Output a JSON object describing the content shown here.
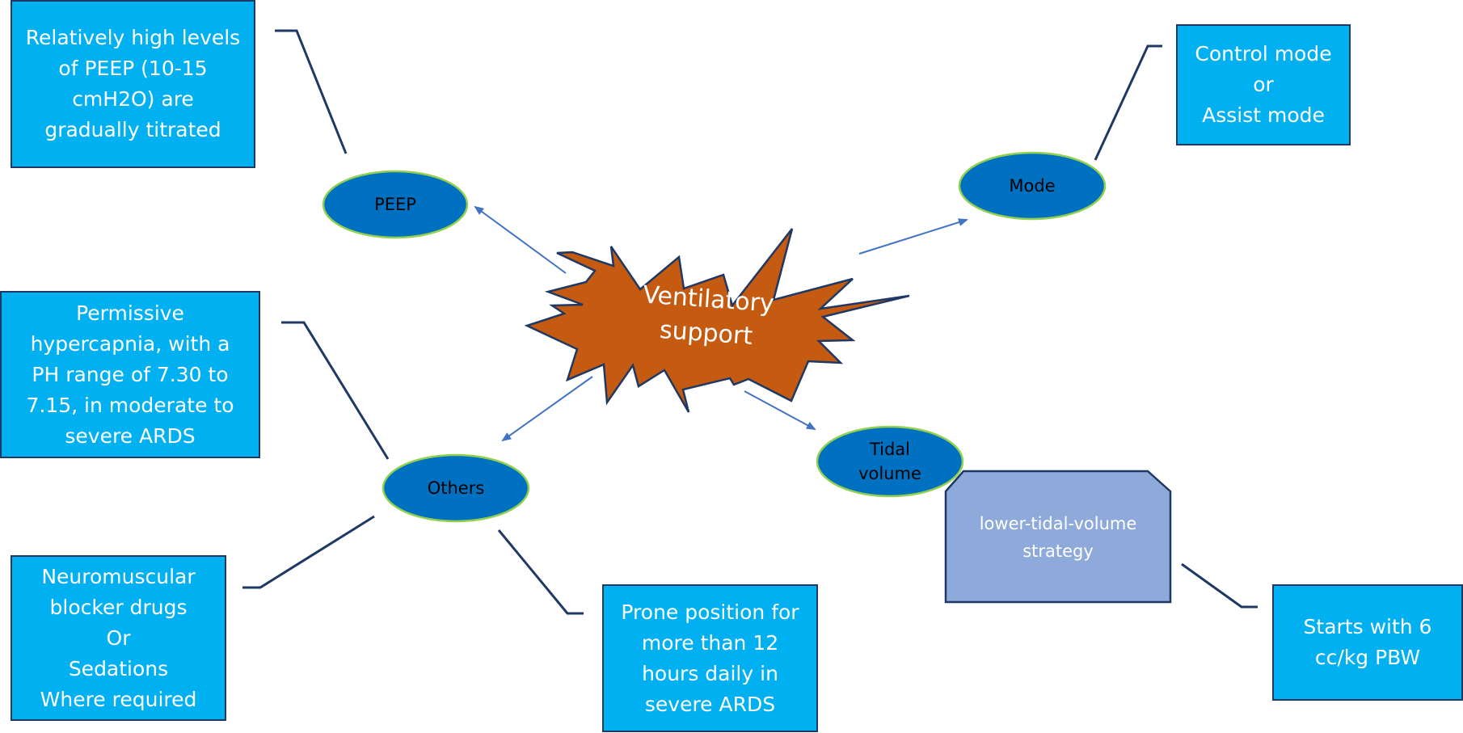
{
  "colors": {
    "box_fill": "#00b0f0",
    "box_border": "#1f3864",
    "ellipse_fill": "#0070c0",
    "ellipse_border": "#92d050",
    "burst_fill": "#c55a11",
    "burst_border": "#1f3864",
    "strategy_fill": "#8eaadb",
    "arrow_color": "#4472c4",
    "connector_color": "#1f3864"
  },
  "center": {
    "label": "Ventilatory\nsupport"
  },
  "nodes": {
    "peep": "PEEP",
    "mode": "Mode",
    "others": "Others",
    "tidal_volume": "Tidal\nvolume"
  },
  "strategy": {
    "label": "lower-tidal-volume\nstrategy"
  },
  "boxes": {
    "peep_detail": "Relatively high levels\nof PEEP (10-15\ncmH2O) are\ngradually titrated",
    "mode_detail": "Control mode\nor\nAssist mode",
    "hypercapnia_detail": "Permissive\nhypercapnia, with a\nPH range of 7.30 to\n7.15, in moderate to\nsevere ARDS",
    "neuromuscular_detail": "Neuromuscular\nblocker drugs\nOr\nSedations\nWhere required",
    "prone_detail": "Prone position for\nmore than 12\nhours daily in\nsevere ARDS",
    "tidal_detail": "Starts with 6\ncc/kg PBW"
  }
}
